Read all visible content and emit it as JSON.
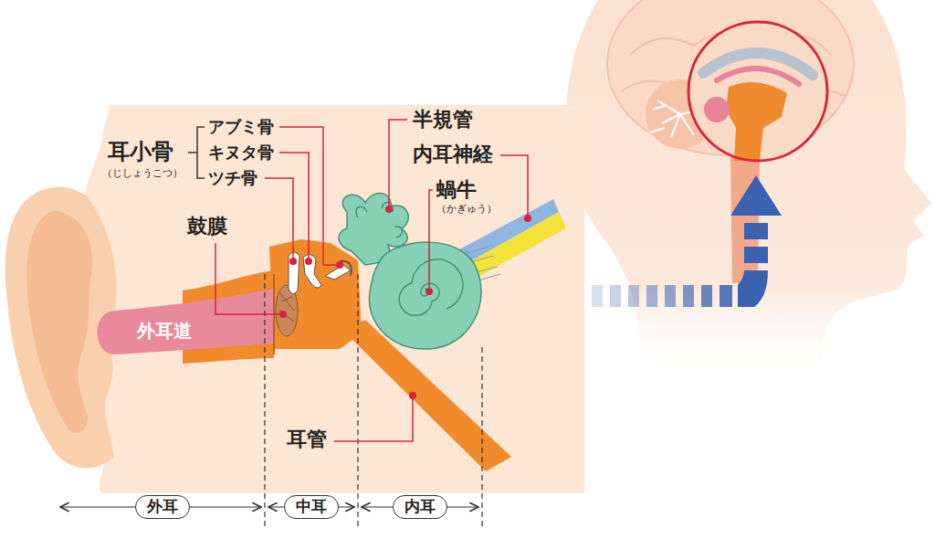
{
  "diagram": {
    "nodes": [
      {
        "text": [
          "外耳"
        ]
      },
      {
        "text": [
          "中耳"
        ]
      },
      {
        "text": [
          "内耳"
        ]
      }
    ],
    "labels": [
      "耳小骨",
      "（じしょうこつ）",
      "アブミ骨",
      "キヌタ骨",
      "ツチ骨",
      "鼓膜",
      "外耳道",
      "半規管",
      "内耳神経",
      "蝸牛",
      "（かぎゅう）",
      "耳管"
    ]
  }
}
